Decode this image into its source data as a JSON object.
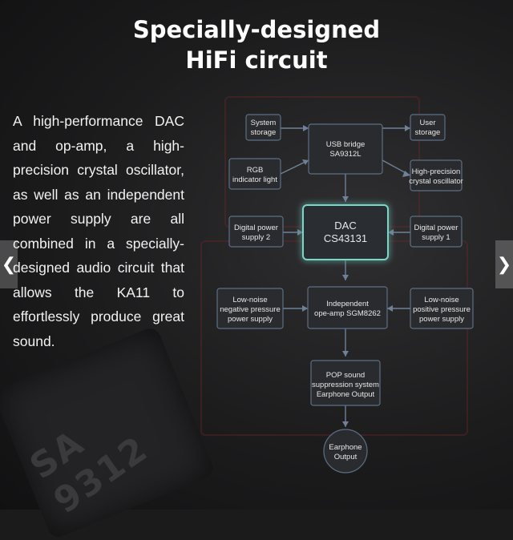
{
  "headline": {
    "line1": "Specially-designed",
    "line2": "HiFi circuit"
  },
  "description": "A high-performance DAC and op-amp, a high-precision crystal oscillator, as well as an independent power supply are all combined in a specially-designed audio circuit that allows the KA11 to effortlessly produce great sound.",
  "background_chip_text": "SA 9312",
  "nav": {
    "prev_glyph": "❮",
    "next_glyph": "❯"
  },
  "diagram": {
    "system_storage": [
      "System",
      "storage"
    ],
    "usb_bridge": [
      "USB bridge",
      "SA9312L"
    ],
    "user_storage": [
      "User",
      "storage"
    ],
    "rgb_light": [
      "RGB",
      "indicator light"
    ],
    "crystal_oscillator": [
      "High-precision",
      "crystal oscillator"
    ],
    "digital_power_2": [
      "Digital power",
      "supply 2"
    ],
    "dac": [
      "DAC",
      "CS43131"
    ],
    "digital_power_1": [
      "Digital power",
      "supply 1"
    ],
    "negative_power": [
      "Low-noise",
      "negative pressure",
      "power supply"
    ],
    "op_amp": [
      "Independent",
      "ope-amp SGM8262"
    ],
    "positive_power": [
      "Low-noise",
      "positive pressure",
      "power supply"
    ],
    "pop_suppression": [
      "POP sound",
      "suppression system",
      "Earphone Output"
    ],
    "earphone_output": [
      "Earphone",
      "Output"
    ]
  }
}
